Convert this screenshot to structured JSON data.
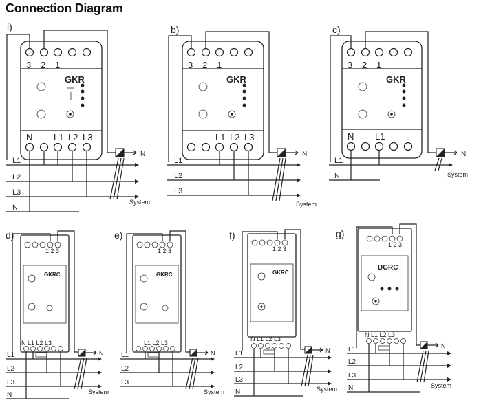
{
  "title": "Connection Diagram",
  "panels": {
    "i": {
      "label": "i)",
      "model": "GKR",
      "top_terms": [
        "3",
        "2",
        "1"
      ],
      "bottom_terms": [
        "N",
        "L1",
        "L2",
        "L3"
      ],
      "lines": [
        "L1",
        "L2",
        "L3",
        "N"
      ],
      "n_right": "N",
      "system": "System"
    },
    "b": {
      "label": "b)",
      "model": "GKR",
      "top_terms": [
        "3",
        "2",
        "1"
      ],
      "bottom_terms": [
        "L1",
        "L2",
        "L3"
      ],
      "lines": [
        "L1",
        "L2",
        "L3"
      ],
      "n_right": "N",
      "system": "System"
    },
    "c": {
      "label": "c)",
      "model": "GKR",
      "top_terms": [
        "3",
        "2",
        "1"
      ],
      "bottom_terms": [
        "N",
        "L1"
      ],
      "lines": [
        "L1",
        "N"
      ],
      "n_right": "N",
      "system": "System"
    },
    "d": {
      "label": "d)",
      "model": "GKRC",
      "top_terms": "1 2 3",
      "bottom_terms": "N L1  L2   L3",
      "lines": [
        "L1",
        "L2",
        "L3",
        "N"
      ],
      "n_right": "N",
      "system": "System"
    },
    "e": {
      "label": "e)",
      "model": "GKRC",
      "top_terms": "1 2 3",
      "bottom_terms": "L1  L2  L3",
      "lines": [
        "L1",
        "L2",
        "L3"
      ],
      "n_right": "N",
      "system": "System"
    },
    "f": {
      "label": "f)",
      "model": "GKRC",
      "top_terms": "1 2 3",
      "bottom_terms": "N L1  L2  L3",
      "lines": [
        "L1",
        "L2",
        "L3",
        "N"
      ],
      "n_right": "N",
      "system": "System"
    },
    "g": {
      "label": "g)",
      "model": "DGRC",
      "top_terms": "1 2 3",
      "bottom_terms": "N L1  L2  L3",
      "lines": [
        "L1",
        "L2",
        "L3",
        "N"
      ],
      "n_right": "N",
      "system": "System"
    }
  }
}
